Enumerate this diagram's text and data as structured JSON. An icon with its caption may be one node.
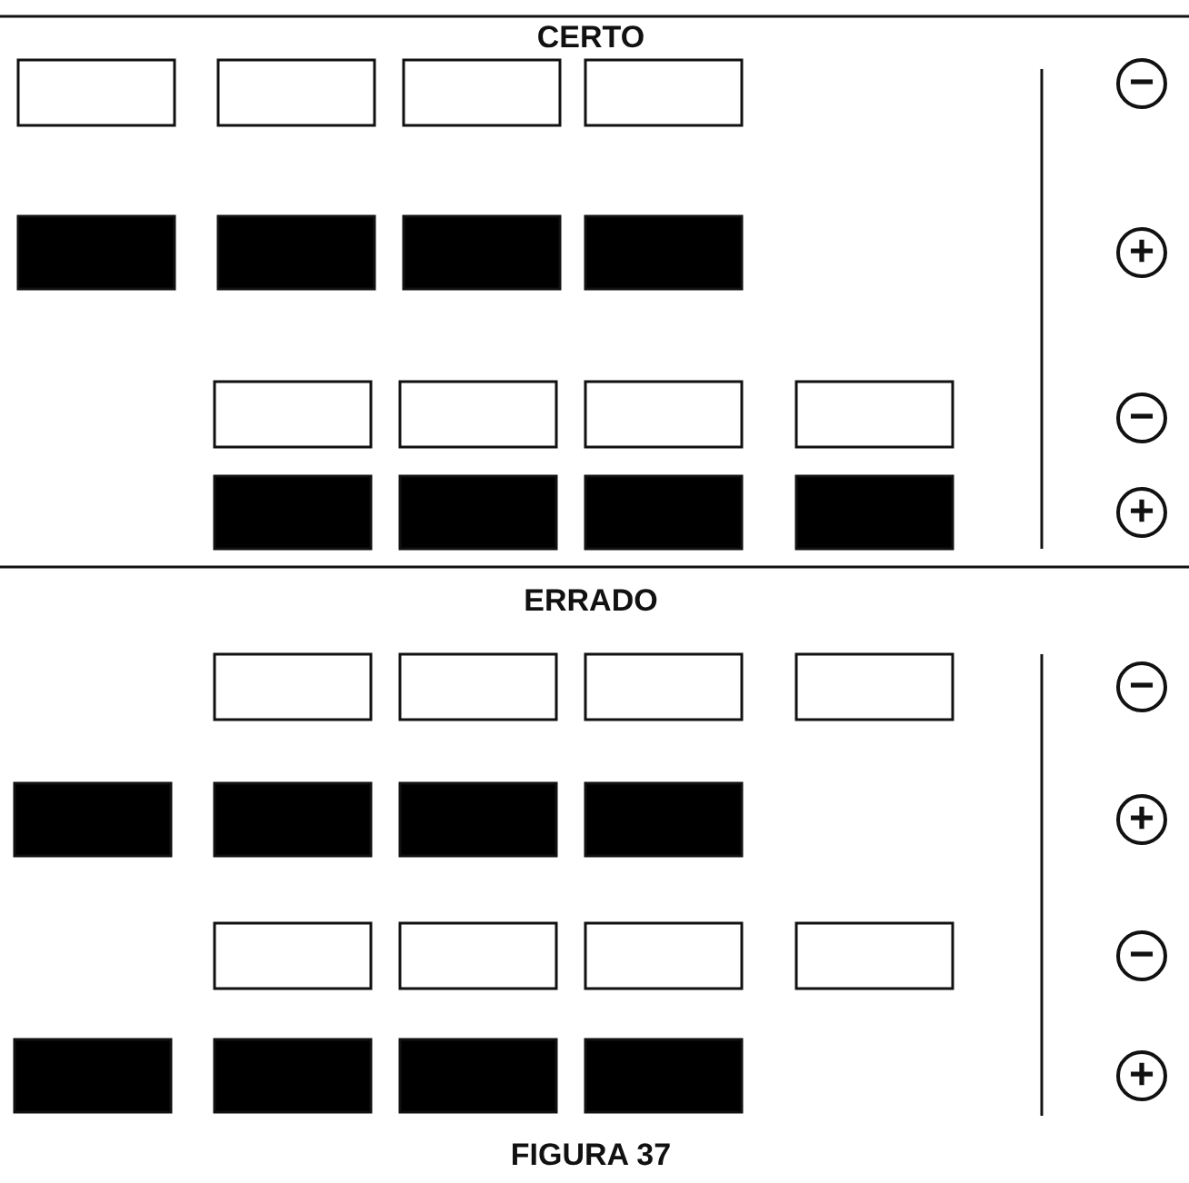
{
  "diagram": {
    "caption": "FIGURA 37",
    "labels": [
      "CERTO",
      "−",
      "+",
      "−",
      "+",
      "ERRADO",
      "−",
      "+",
      "−",
      "+"
    ]
  }
}
